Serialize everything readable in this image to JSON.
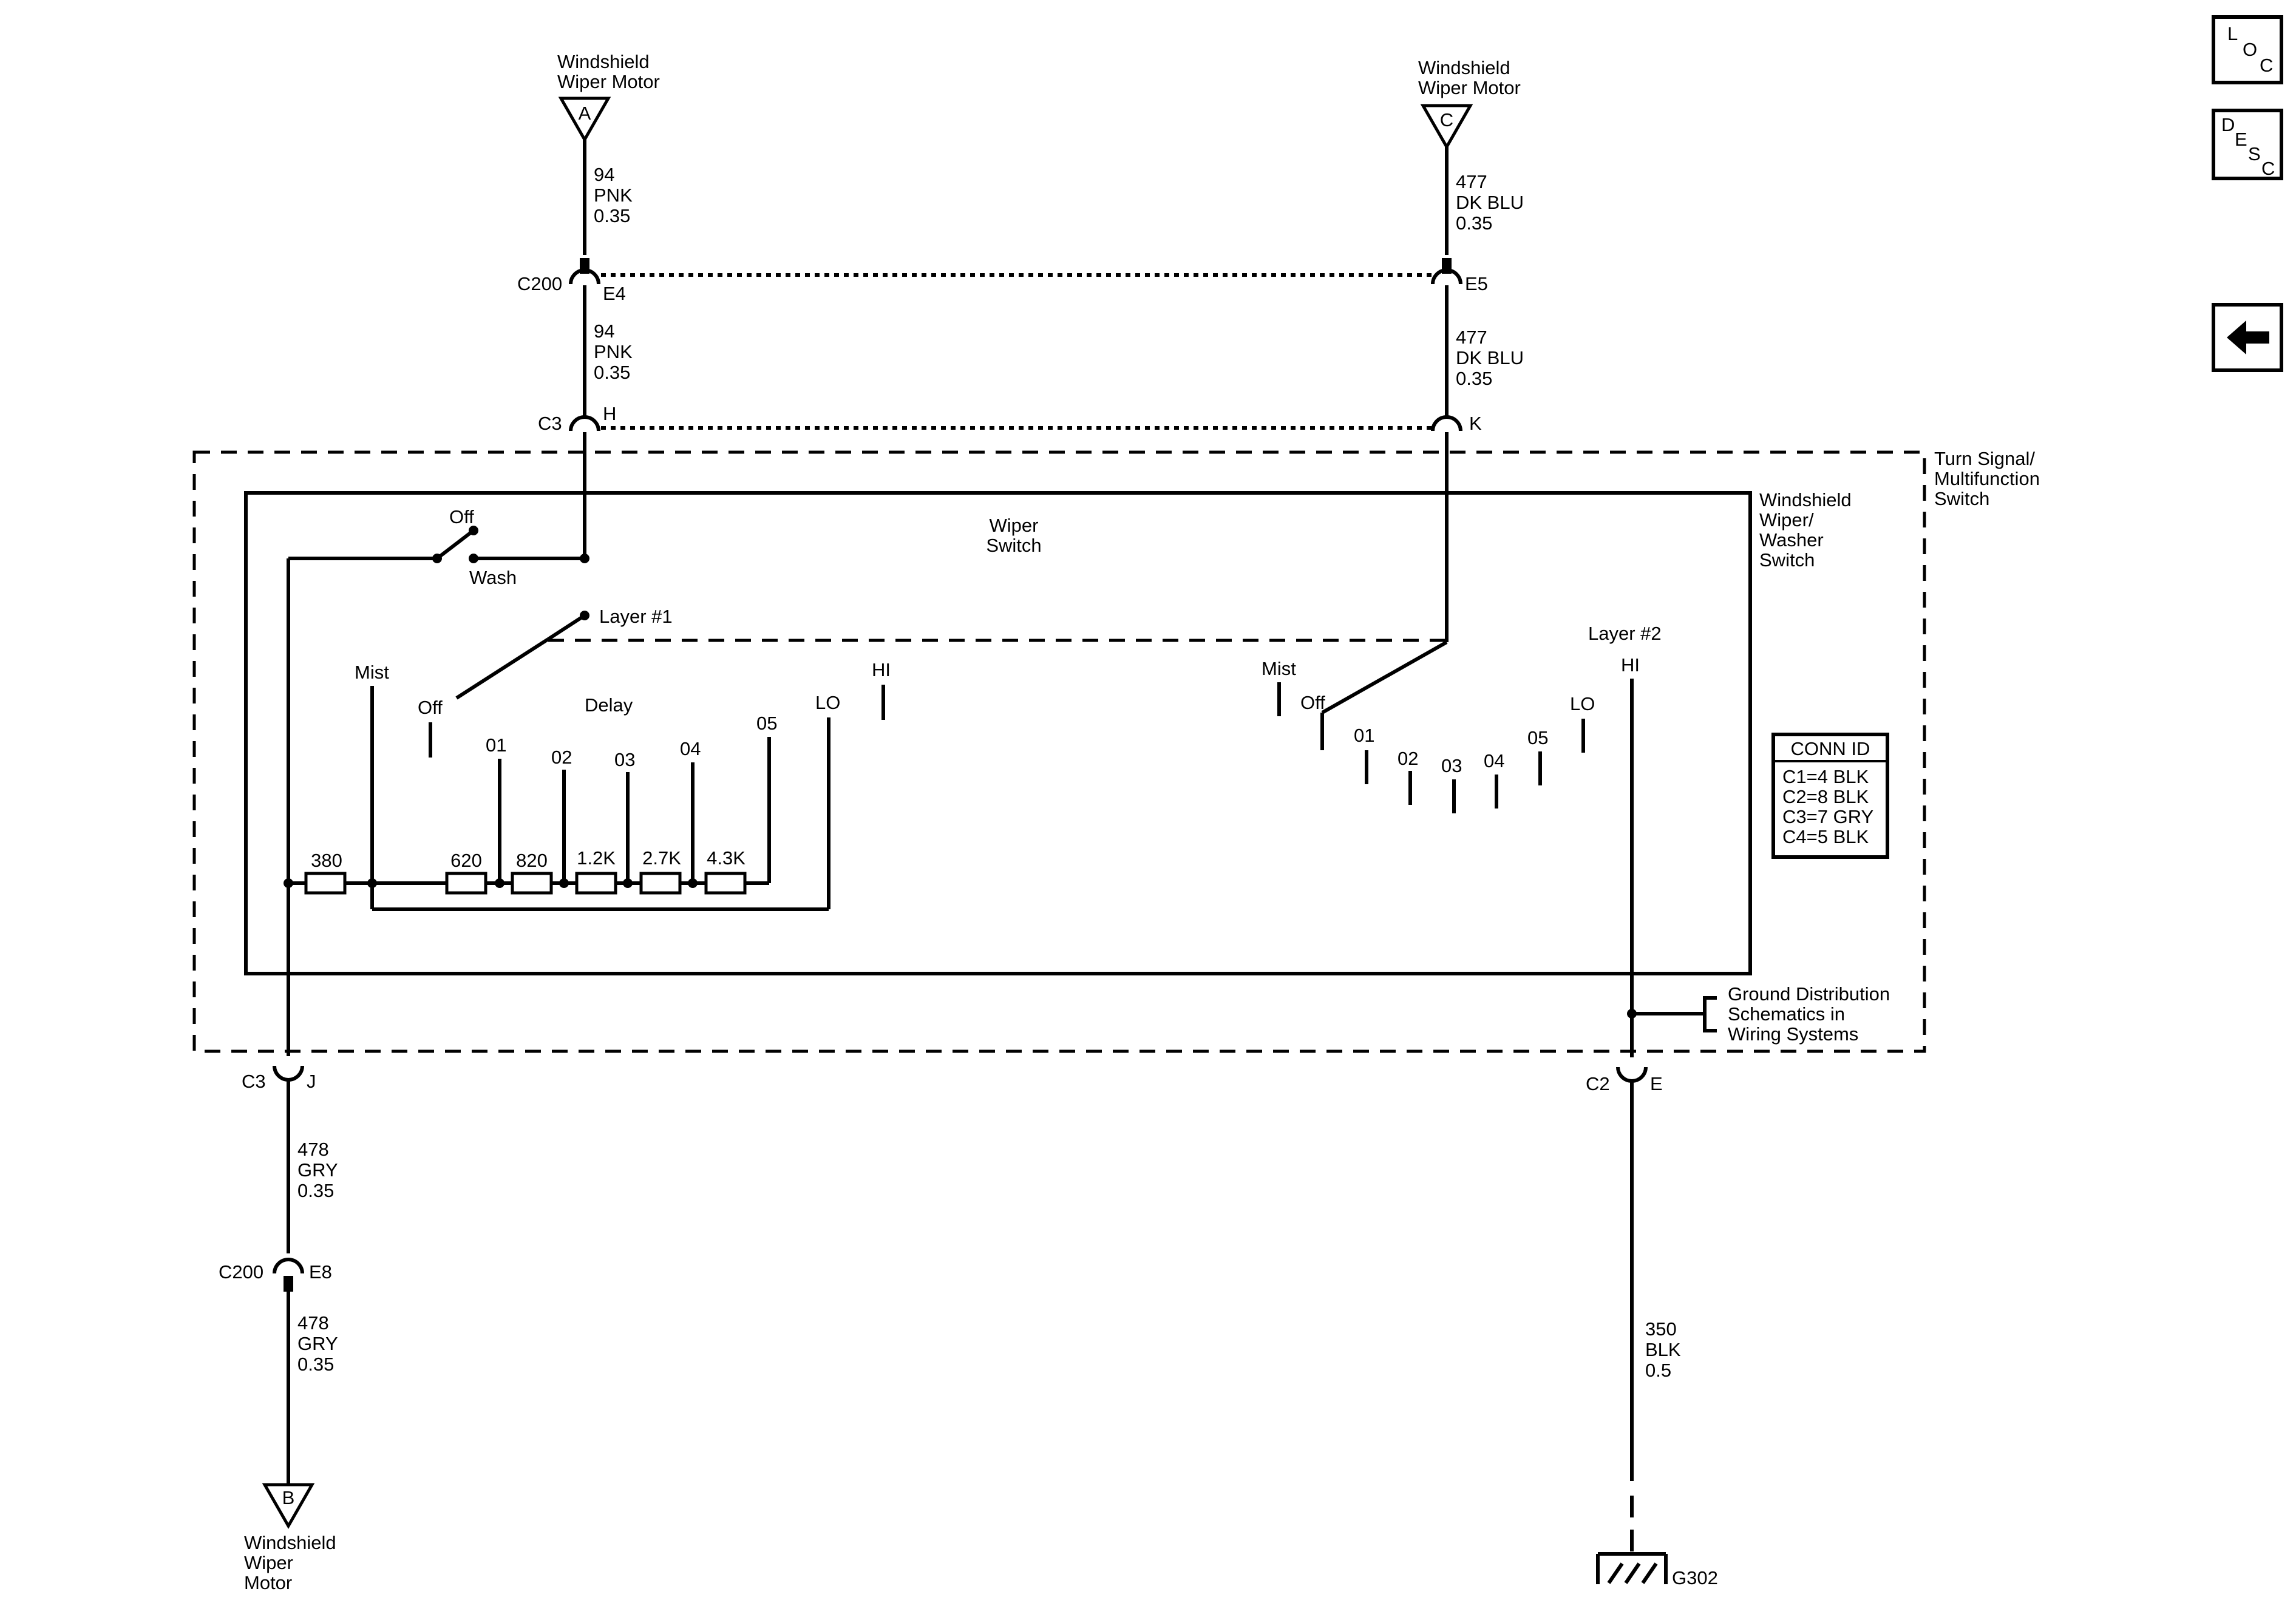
{
  "nav": {
    "loc": [
      "L",
      "O",
      "C"
    ],
    "desc": [
      "D",
      "E",
      "S",
      "C"
    ]
  },
  "top_left": {
    "component": [
      "Windshield",
      "Wiper Motor"
    ],
    "pin": "A",
    "wire1": [
      "94",
      "PNK",
      "0.35"
    ],
    "conn1_name": "C200",
    "conn1_pin": "E4",
    "wire2": [
      "94",
      "PNK",
      "0.35"
    ],
    "conn2_name": "C3",
    "conn2_pin": "H"
  },
  "top_right": {
    "component": [
      "Windshield",
      "Wiper Motor"
    ],
    "pin": "C",
    "wire1": [
      "477",
      "DK BLU",
      "0.35"
    ],
    "conn1_pin": "E5",
    "wire2": [
      "477",
      "DK BLU",
      "0.35"
    ],
    "conn2_pin": "K"
  },
  "multifunction_label": [
    "Turn Signal/",
    "Multifunction",
    "Switch"
  ],
  "washer_label": [
    "Windshield",
    "Wiper/",
    "Washer",
    "Switch"
  ],
  "wiper_switch_title": [
    "Wiper",
    "Switch"
  ],
  "switch": {
    "off": "Off",
    "wash": "Wash",
    "layer1": "Layer #1",
    "layer2": "Layer #2",
    "mist": "Mist",
    "off2": "Off",
    "delay": "Delay",
    "positions": [
      "01",
      "02",
      "03",
      "04",
      "05"
    ],
    "lo": "LO",
    "hi": "HI"
  },
  "resistors": [
    "380",
    "620",
    "820",
    "1.2K",
    "2.7K",
    "4.3K"
  ],
  "conn_id": {
    "title": "CONN ID",
    "rows": [
      "C1=4 BLK",
      "C2=8 BLK",
      "C3=7 GRY",
      "C4=5 BLK"
    ]
  },
  "ground_ref": [
    "Ground Distribution",
    "Schematics in",
    "Wiring Systems"
  ],
  "bottom_left": {
    "conn1_name": "C3",
    "conn1_pin": "J",
    "wire1": [
      "478",
      "GRY",
      "0.35"
    ],
    "conn2_name": "C200",
    "conn2_pin": "E8",
    "wire2": [
      "478",
      "GRY",
      "0.35"
    ],
    "pin": "B",
    "component": [
      "Windshield",
      "Wiper",
      "Motor"
    ]
  },
  "bottom_right": {
    "conn_name": "C2",
    "conn_pin": "E",
    "wire": [
      "350",
      "BLK",
      "0.5"
    ],
    "ground": "G302"
  }
}
